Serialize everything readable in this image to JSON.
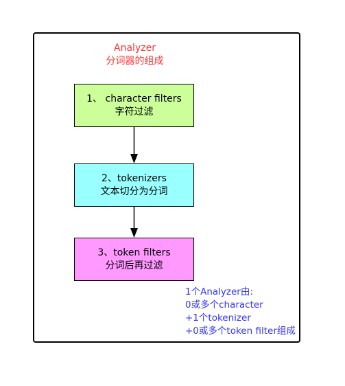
{
  "colors": {
    "title": "#ff3333",
    "note": "#3333ff",
    "border": "#000000",
    "box1_fill": "#ccff99",
    "box2_fill": "#99ffff",
    "box3_fill": "#ff99ff"
  },
  "title": {
    "line1": "Analyzer",
    "line2": "分词器的组成"
  },
  "boxes": [
    {
      "line1": "1、 character filters",
      "line2": "字符过滤"
    },
    {
      "line1": "2、tokenizers",
      "line2": "文本切分为分词"
    },
    {
      "line1": "3、token filters",
      "line2": "分词后再过滤"
    }
  ],
  "note": {
    "line1": "1个Analyzer由:",
    "line2": "0或多个character",
    "line3": "+1个tokenizer",
    "line4": "+0或多个token filter组成"
  }
}
